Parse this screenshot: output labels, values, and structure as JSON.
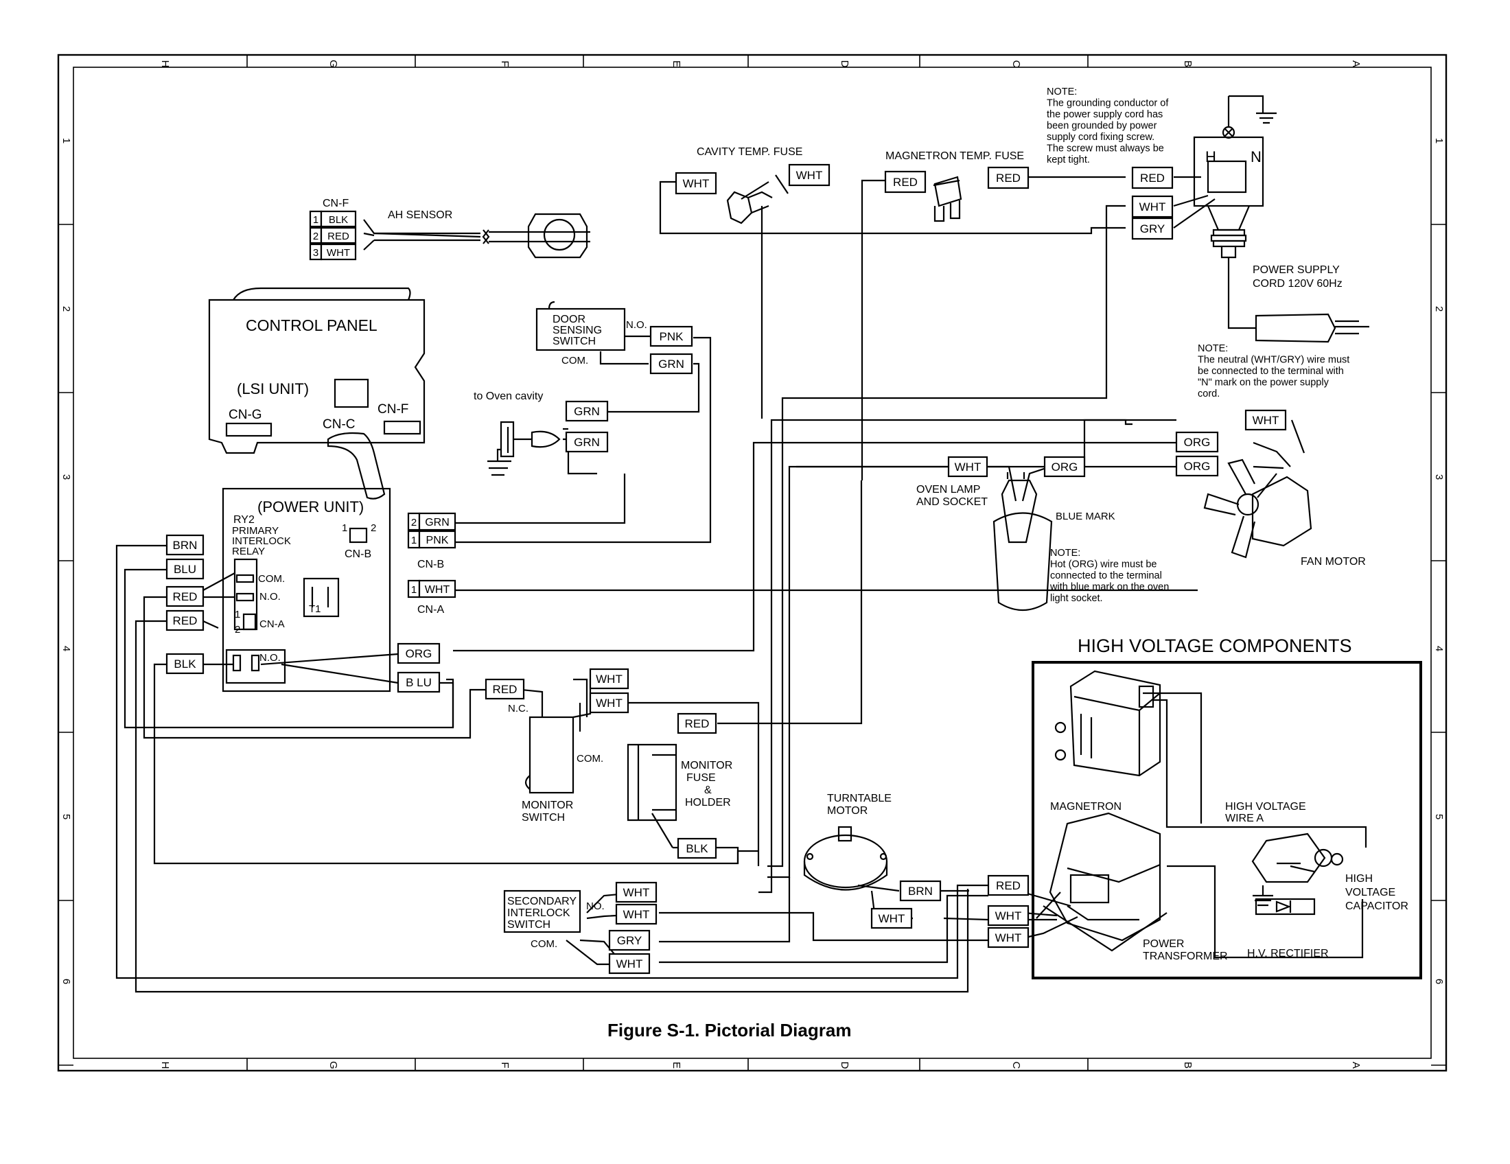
{
  "title": "Figure S-1. Pictorial Diagram",
  "grid": {
    "cols": [
      "H",
      "G",
      "F",
      "E",
      "D",
      "C",
      "B",
      "A"
    ],
    "rows": [
      "1",
      "2",
      "3",
      "4",
      "5",
      "6"
    ]
  },
  "components": {
    "cn_f_label": "CN-F",
    "ah_sensor": "AH SENSOR",
    "control_panel": "CONTROL PANEL",
    "lsi_unit": "(LSI UNIT)",
    "cn_g": "CN-G",
    "cn_c": "CN-C",
    "cn_f": "CN-F",
    "power_unit": "(POWER UNIT)",
    "ry2": "RY2",
    "primary_interlock_relay": [
      "PRIMARY",
      "INTERLOCK",
      "RELAY"
    ],
    "cn_b": "CN-B",
    "cn_a": "CN-A",
    "t1": "T1",
    "com": "COM.",
    "no": "N.O.",
    "nc": "N.C.",
    "door_sensing_switch": [
      "DOOR",
      "SENSING",
      "SWITCH"
    ],
    "to_oven_cavity": "to Oven cavity",
    "cavity_temp_fuse": "CAVITY TEMP. FUSE",
    "magnetron_temp_fuse": "MAGNETRON TEMP. FUSE",
    "power_supply_cord": [
      "POWER SUPPLY",
      "CORD 120V 60Hz"
    ],
    "plug_h": "H",
    "plug_n": "N",
    "oven_lamp": [
      "OVEN LAMP",
      "AND SOCKET"
    ],
    "blue_mark": "BLUE MARK",
    "fan_motor": "FAN MOTOR",
    "monitor_switch": [
      "MONITOR",
      "SWITCH"
    ],
    "monitor_fuse": [
      "MONITOR",
      "FUSE",
      "&",
      "HOLDER"
    ],
    "turntable_motor": [
      "TURNTABLE",
      "MOTOR"
    ],
    "secondary_interlock": [
      "SECONDARY",
      "INTERLOCK",
      "SWITCH"
    ],
    "no_short": "NO.",
    "high_voltage_components": "HIGH VOLTAGE COMPONENTS",
    "magnetron": "MAGNETRON",
    "hv_wire_a": [
      "HIGH VOLTAGE",
      "WIRE A"
    ],
    "hv_capacitor": [
      "HIGH",
      "VOLTAGE",
      "CAPACITOR"
    ],
    "power_transformer": [
      "POWER",
      "TRANSFORMER"
    ],
    "hv_rectifier": "H.V. RECTIFIER"
  },
  "notes": {
    "note1": [
      "NOTE:",
      "The grounding conductor of",
      "the power supply cord has",
      "been grounded by power",
      "supply cord fixing screw.",
      "The screw must always be",
      "kept tight."
    ],
    "note2": [
      "NOTE:",
      "The neutral (WHT/GRY) wire must",
      "be connected to the terminal with",
      "\"N\" mark on the power supply",
      "cord."
    ],
    "note3": [
      "NOTE:",
      "Hot (ORG) wire must be",
      "connected to the terminal",
      "with blue mark on the oven",
      "light socket."
    ]
  },
  "cn_f_pins": [
    {
      "n": "1",
      "c": "BLK"
    },
    {
      "n": "2",
      "c": "RED"
    },
    {
      "n": "3",
      "c": "WHT"
    }
  ],
  "tags": [
    {
      "t": "WHT"
    },
    {
      "t": "WHT"
    },
    {
      "t": "RED"
    },
    {
      "t": "RED"
    },
    {
      "t": "RED"
    },
    {
      "t": "WHT"
    },
    {
      "t": "GRY"
    },
    {
      "t": "PNK"
    },
    {
      "t": "GRN"
    },
    {
      "t": "GRN"
    },
    {
      "t": "GRN"
    },
    {
      "t": "WHT"
    },
    {
      "t": "ORG"
    },
    {
      "t": "ORG"
    },
    {
      "t": "WHT"
    },
    {
      "t": "ORG"
    },
    {
      "t": "BRN"
    },
    {
      "t": "BLU"
    },
    {
      "t": "RED"
    },
    {
      "t": "RED"
    },
    {
      "t": "BLK"
    },
    {
      "t": "ORG"
    },
    {
      "t": "B LU"
    },
    {
      "t": "RED"
    },
    {
      "t": "WHT"
    },
    {
      "t": "WHT"
    },
    {
      "t": "RED"
    },
    {
      "t": "BLK"
    },
    {
      "t": "WHT"
    },
    {
      "t": "WHT"
    },
    {
      "t": "GRY"
    },
    {
      "t": "WHT"
    },
    {
      "t": "BRN"
    },
    {
      "t": "WHT"
    },
    {
      "t": "RED"
    },
    {
      "t": "WHT"
    },
    {
      "t": "WHT"
    }
  ],
  "connector_tags": [
    {
      "n": "2",
      "c": "GRN"
    },
    {
      "n": "1",
      "c": "PNK"
    },
    {
      "n": "1",
      "c": "WHT"
    }
  ]
}
